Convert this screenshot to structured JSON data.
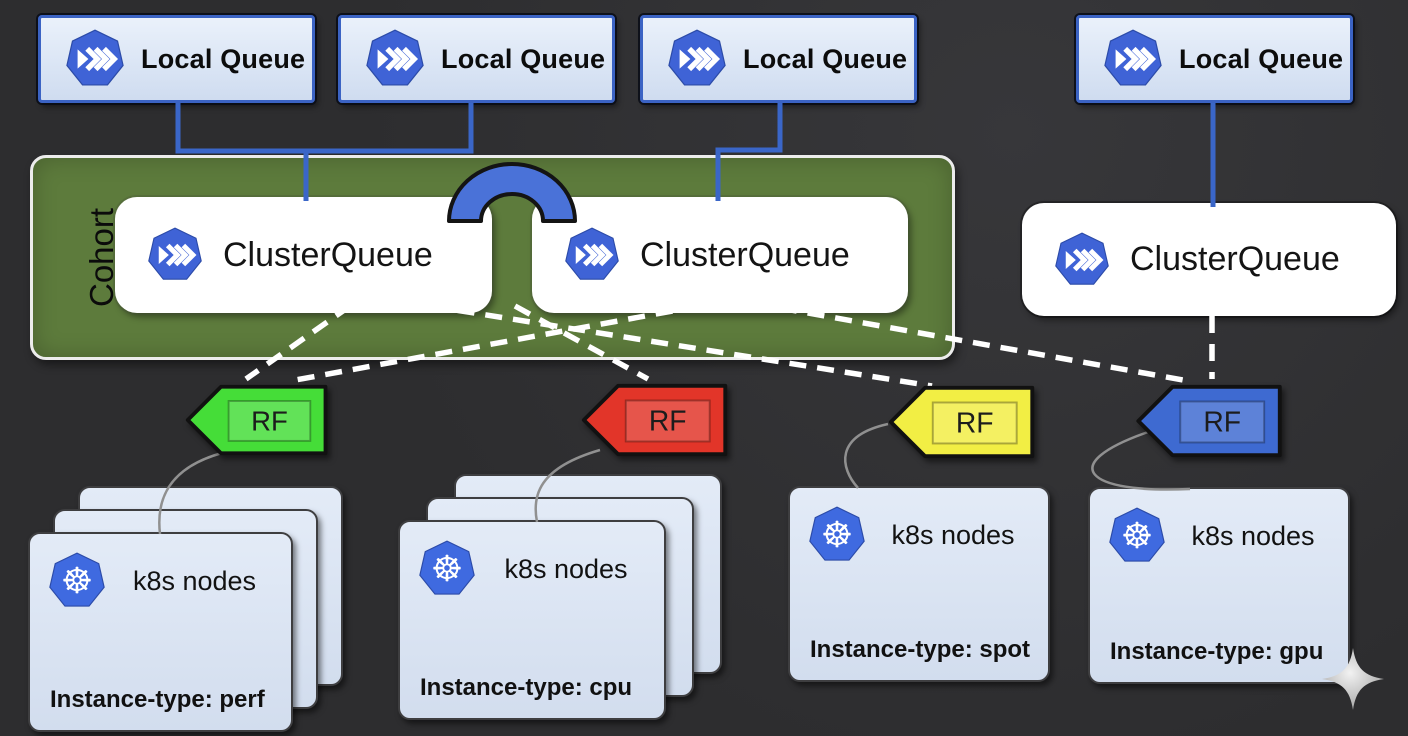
{
  "local_queues": [
    {
      "label": "Local Queue"
    },
    {
      "label": "Local Queue"
    },
    {
      "label": "Local Queue"
    },
    {
      "label": "Local Queue"
    }
  ],
  "cohort": {
    "label": "Cohort",
    "cluster_queues": [
      {
        "label": "ClusterQueue"
      },
      {
        "label": "ClusterQueue"
      }
    ]
  },
  "external_cluster_queue": {
    "label": "ClusterQueue"
  },
  "resource_flavors": [
    {
      "label": "RF",
      "color": "#45dd38"
    },
    {
      "label": "RF",
      "color": "#e23529"
    },
    {
      "label": "RF",
      "color": "#f2ee44"
    },
    {
      "label": "RF",
      "color": "#3e6ad1"
    }
  ],
  "node_groups": [
    {
      "title": "k8s nodes",
      "instance_type": "Instance-type: perf",
      "stacked": true
    },
    {
      "title": "k8s nodes",
      "instance_type": "Instance-type: cpu",
      "stacked": true
    },
    {
      "title": "k8s nodes",
      "instance_type": "Instance-type: spot",
      "stacked": false
    },
    {
      "title": "k8s nodes",
      "instance_type": "Instance-type: gpu",
      "stacked": false
    }
  ],
  "colors": {
    "background": "#2d2d2f",
    "cohort_green": "#5d7b3c",
    "connector_blue": "#3a66c8",
    "arch_blue": "#4a72d8",
    "queue_border": "#3b63c4",
    "queue_fill": "#dce6f4",
    "node_card_fill": "#d9e2f1",
    "icon_blue": "#3f63d6",
    "dashed_link_white": "#ffffff",
    "flavor_link_gray": "#909090"
  }
}
